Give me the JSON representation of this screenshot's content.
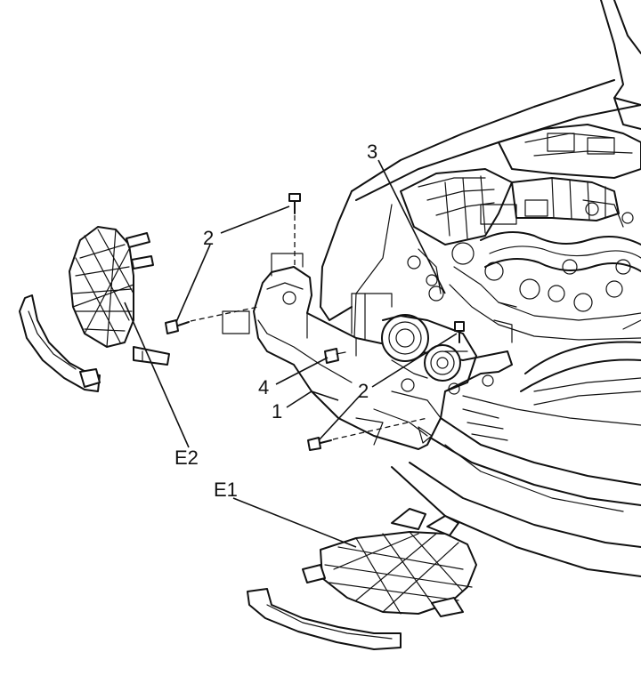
{
  "callouts": {
    "part_1": "1",
    "part_2_top": "2",
    "part_2_bottom": "2",
    "part_3": "3",
    "part_4": "4",
    "part_e1": "E1",
    "part_e2": "E2"
  }
}
